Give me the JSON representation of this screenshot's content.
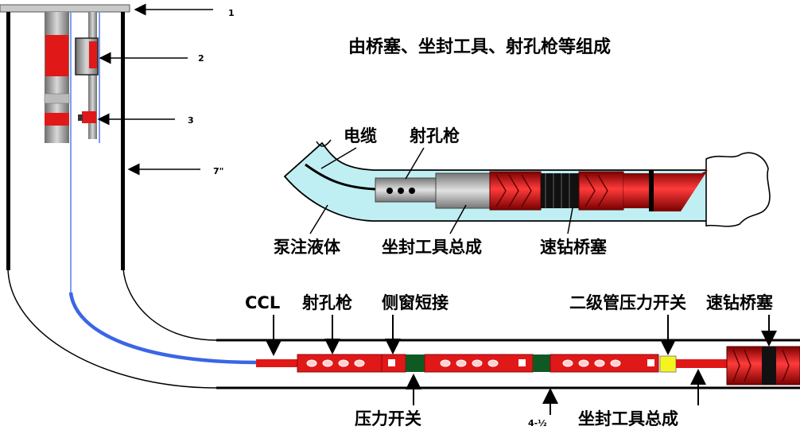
{
  "title": "由桥塞、坐封工具、射孔枪等组成",
  "well_callouts": [
    "1",
    "2",
    "3",
    "7\""
  ],
  "detail_labels": {
    "cable": "电缆",
    "gun": "射孔枪",
    "pump_fluid": "泵注液体",
    "setting_tool": "坐封工具总成",
    "bridge_plug": "速钻桥塞"
  },
  "string_labels": {
    "ccl": "CCL",
    "gun": "射孔枪",
    "side_window": "侧窗短接",
    "secondary_switch": "二级管压力开关",
    "bridge_plug": "速钻桥塞",
    "pressure_switch": "压力开关",
    "casing_size": "4-½",
    "setting_tool": "坐封工具总成"
  },
  "colors": {
    "tool_red": "#e01818",
    "dark_red": "#8a0a0a",
    "fluid": "#bfeff2",
    "cable_blue": "#3a66e6",
    "switch_green": "#0f5a22",
    "switch_yellow": "#f5f51e"
  }
}
